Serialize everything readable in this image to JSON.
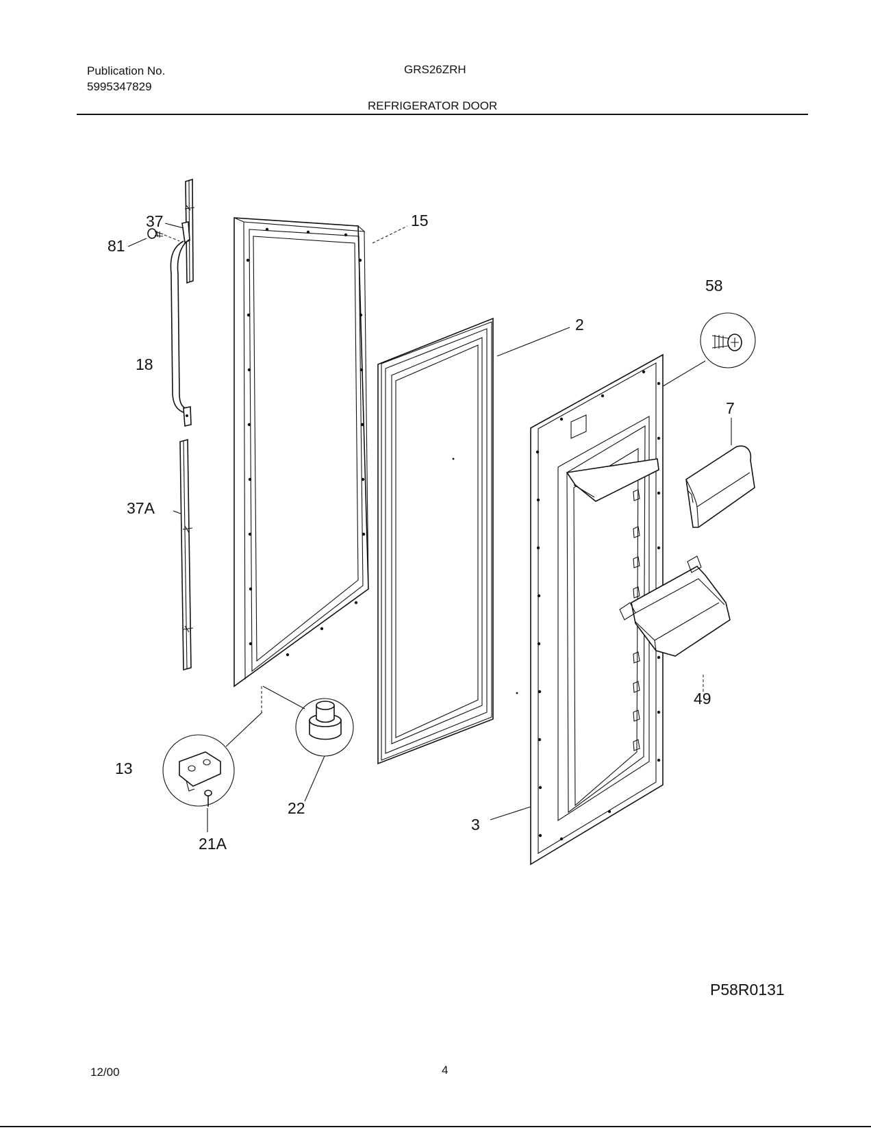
{
  "header": {
    "publication_label": "Publication No.",
    "publication_number": "5995347829",
    "model": "GRS26ZRH",
    "section_title": "REFRIGERATOR DOOR"
  },
  "diagram": {
    "callouts": {
      "c37": "37",
      "c81": "81",
      "c18": "18",
      "c37a": "37A",
      "c13": "13",
      "c21a": "21A",
      "c22": "22",
      "c15": "15",
      "c2": "2",
      "c3": "3",
      "c58": "58",
      "c7": "7",
      "c49": "49"
    },
    "drawing_code": "P58R0131"
  },
  "footer": {
    "date": "12/00",
    "page_number": "4"
  }
}
